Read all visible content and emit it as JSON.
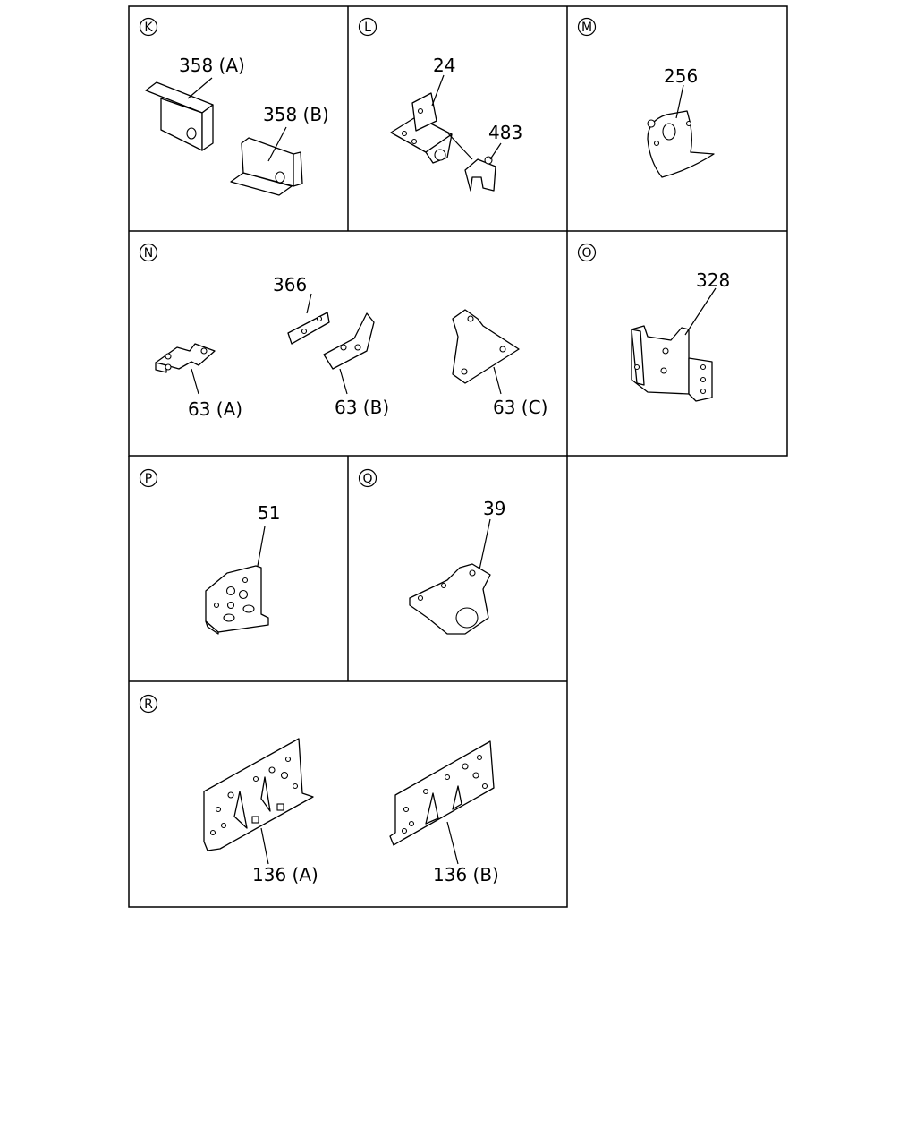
{
  "panels": [
    {
      "letter": "K",
      "labels": [
        "358 (A)",
        "358 (B)"
      ]
    },
    {
      "letter": "L",
      "labels": [
        "24",
        "483"
      ]
    },
    {
      "letter": "M",
      "labels": [
        "256"
      ]
    },
    {
      "letter": "N",
      "labels": [
        "366",
        "63 (A)",
        "63 (B)",
        "63 (C)"
      ]
    },
    {
      "letter": "O",
      "labels": [
        "328"
      ]
    },
    {
      "letter": "P",
      "labels": [
        "51"
      ]
    },
    {
      "letter": "Q",
      "labels": [
        "39"
      ]
    },
    {
      "letter": "R",
      "labels": [
        "136 (A)",
        "136 (B)"
      ]
    }
  ]
}
